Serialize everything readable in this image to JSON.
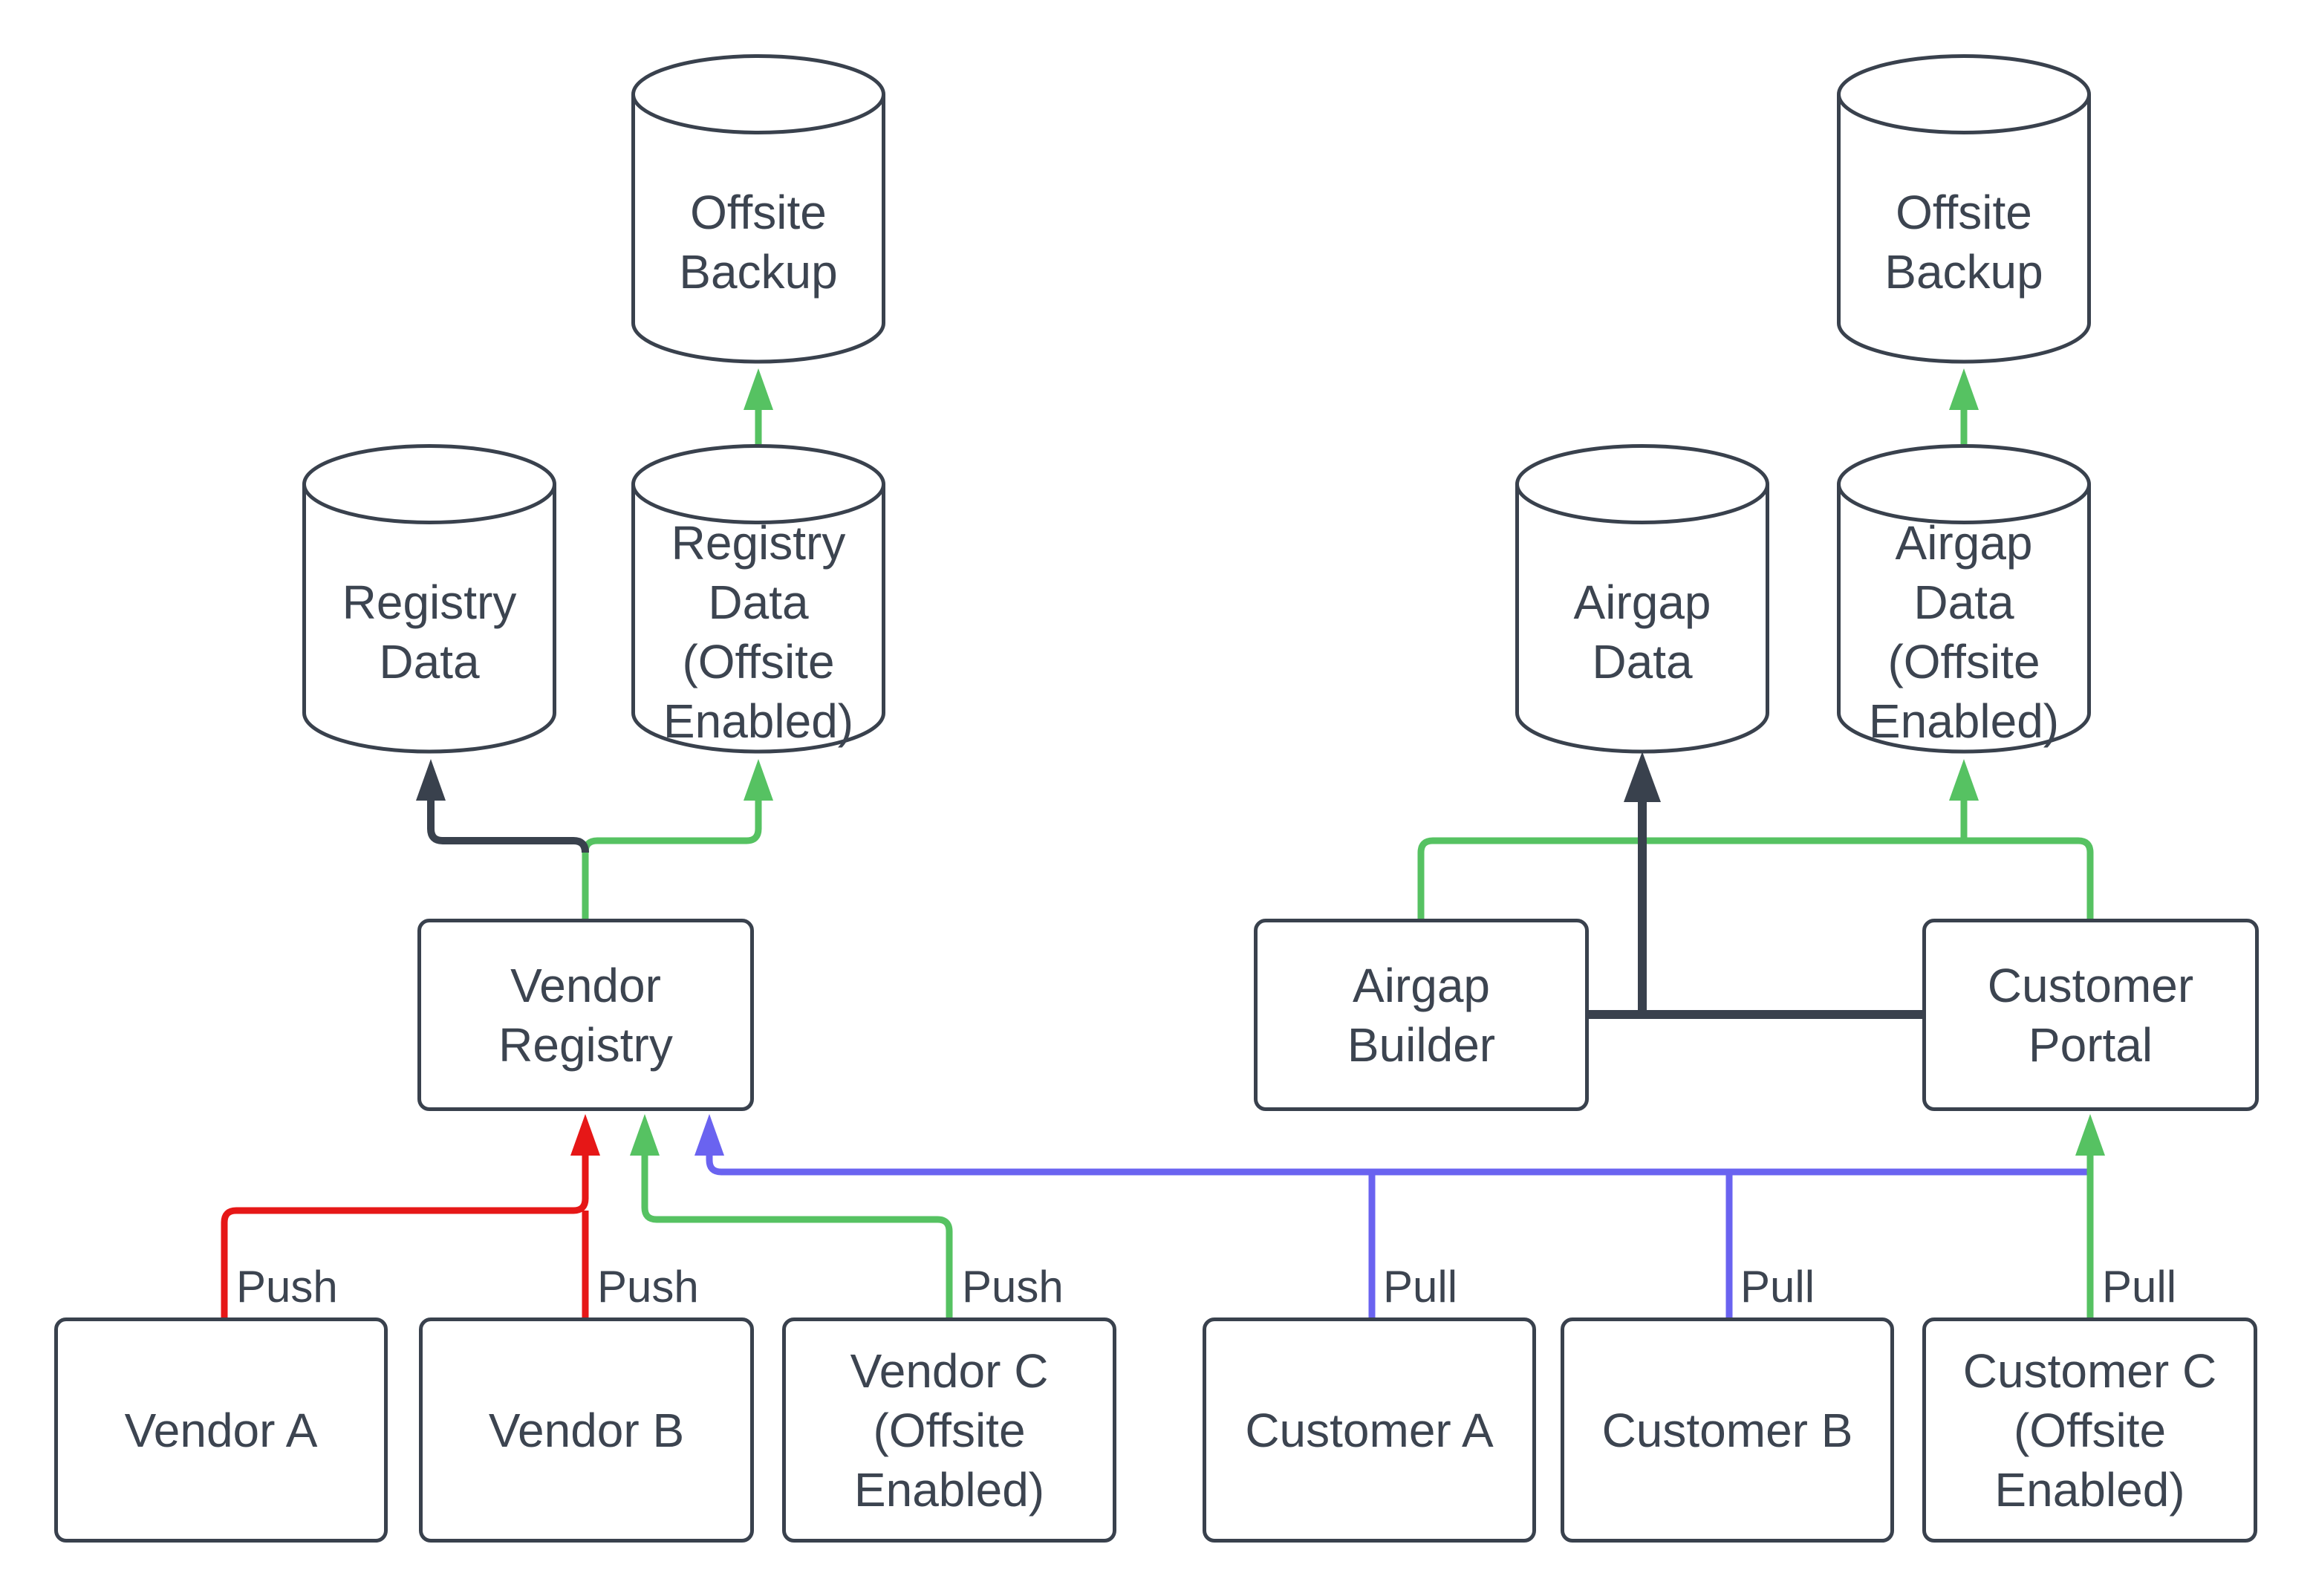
{
  "diagram_title": "",
  "colors": {
    "red": "#e61717",
    "green": "#56c262",
    "blue": "#6a63f0",
    "dark": "#39414d",
    "line": "#39414d",
    "text": "#3c4450"
  },
  "nodes": {
    "offsite_backup_left": {
      "shape": "cylinder",
      "label": "Offsite\nBackup"
    },
    "registry_data": {
      "shape": "cylinder",
      "label": "Registry\nData"
    },
    "registry_data_offsite": {
      "shape": "cylinder",
      "label": "Registry\nData\n(Offsite\nEnabled)"
    },
    "offsite_backup_right": {
      "shape": "cylinder",
      "label": "Offsite\nBackup"
    },
    "airgap_data": {
      "shape": "cylinder",
      "label": "Airgap\nData"
    },
    "airgap_data_offsite": {
      "shape": "cylinder",
      "label": "Airgap\nData\n(Offsite\nEnabled)"
    },
    "vendor_registry": {
      "shape": "box",
      "label": "Vendor\nRegistry"
    },
    "airgap_builder": {
      "shape": "box",
      "label": "Airgap\nBuilder"
    },
    "customer_portal": {
      "shape": "box",
      "label": "Customer\nPortal"
    },
    "vendor_a": {
      "shape": "box",
      "label": "Vendor A"
    },
    "vendor_b": {
      "shape": "box",
      "label": "Vendor B"
    },
    "vendor_c": {
      "shape": "box",
      "label": "Vendor C\n(Offsite\nEnabled)"
    },
    "customer_a": {
      "shape": "box",
      "label": "Customer A"
    },
    "customer_b": {
      "shape": "box",
      "label": "Customer B"
    },
    "customer_c": {
      "shape": "box",
      "label": "Customer C\n(Offsite\nEnabled)"
    }
  },
  "edge_labels": {
    "push_vendor_a": "Push",
    "push_vendor_b": "Push",
    "push_vendor_c": "Push",
    "pull_customer_a": "Pull",
    "pull_customer_b": "Pull",
    "pull_customer_c": "Pull"
  },
  "edges": [
    {
      "id": "vendor-a-push",
      "from": "Vendor A",
      "to": "Vendor Registry",
      "color": "red",
      "label": "Push"
    },
    {
      "id": "vendor-b-push",
      "from": "Vendor B",
      "to": "Vendor Registry",
      "color": "red",
      "label": "Push"
    },
    {
      "id": "vendor-c-push",
      "from": "Vendor C (Offsite Enabled)",
      "to": "Vendor Registry",
      "color": "green",
      "label": "Push"
    },
    {
      "id": "registry-to-registry-data",
      "from": "Vendor Registry",
      "to": "Registry Data",
      "color": "dark",
      "label": ""
    },
    {
      "id": "registry-to-registry-data-offsite",
      "from": "Vendor Registry",
      "to": "Registry Data (Offsite Enabled)",
      "color": "green",
      "label": ""
    },
    {
      "id": "registry-data-offsite-to-backup",
      "from": "Registry Data (Offsite Enabled)",
      "to": "Offsite Backup",
      "color": "green",
      "label": ""
    },
    {
      "id": "customer-a-pull",
      "from": "Customer A",
      "to": "Vendor Registry",
      "color": "blue",
      "label": "Pull"
    },
    {
      "id": "customer-b-pull",
      "from": "Customer B",
      "to": "Vendor Registry",
      "color": "blue",
      "label": "Pull"
    },
    {
      "id": "customer-c-pull",
      "from": "Customer C (Offsite Enabled)",
      "to": "Customer Portal",
      "color": "green",
      "label": "Pull"
    },
    {
      "id": "portal-builder-to-airgap-data",
      "from": "Customer Portal / Airgap Builder",
      "to": "Airgap Data",
      "color": "dark",
      "label": ""
    },
    {
      "id": "portal-to-airgap-builder",
      "from": "Customer Portal",
      "to": "Airgap Builder",
      "color": "green",
      "label": ""
    },
    {
      "id": "portal-to-airgap-data-offsite",
      "from": "Customer Portal",
      "to": "Airgap Data (Offsite Enabled)",
      "color": "green",
      "label": ""
    },
    {
      "id": "airgap-data-offsite-to-backup",
      "from": "Airgap Data (Offsite Enabled)",
      "to": "Offsite Backup",
      "color": "green",
      "label": ""
    }
  ]
}
